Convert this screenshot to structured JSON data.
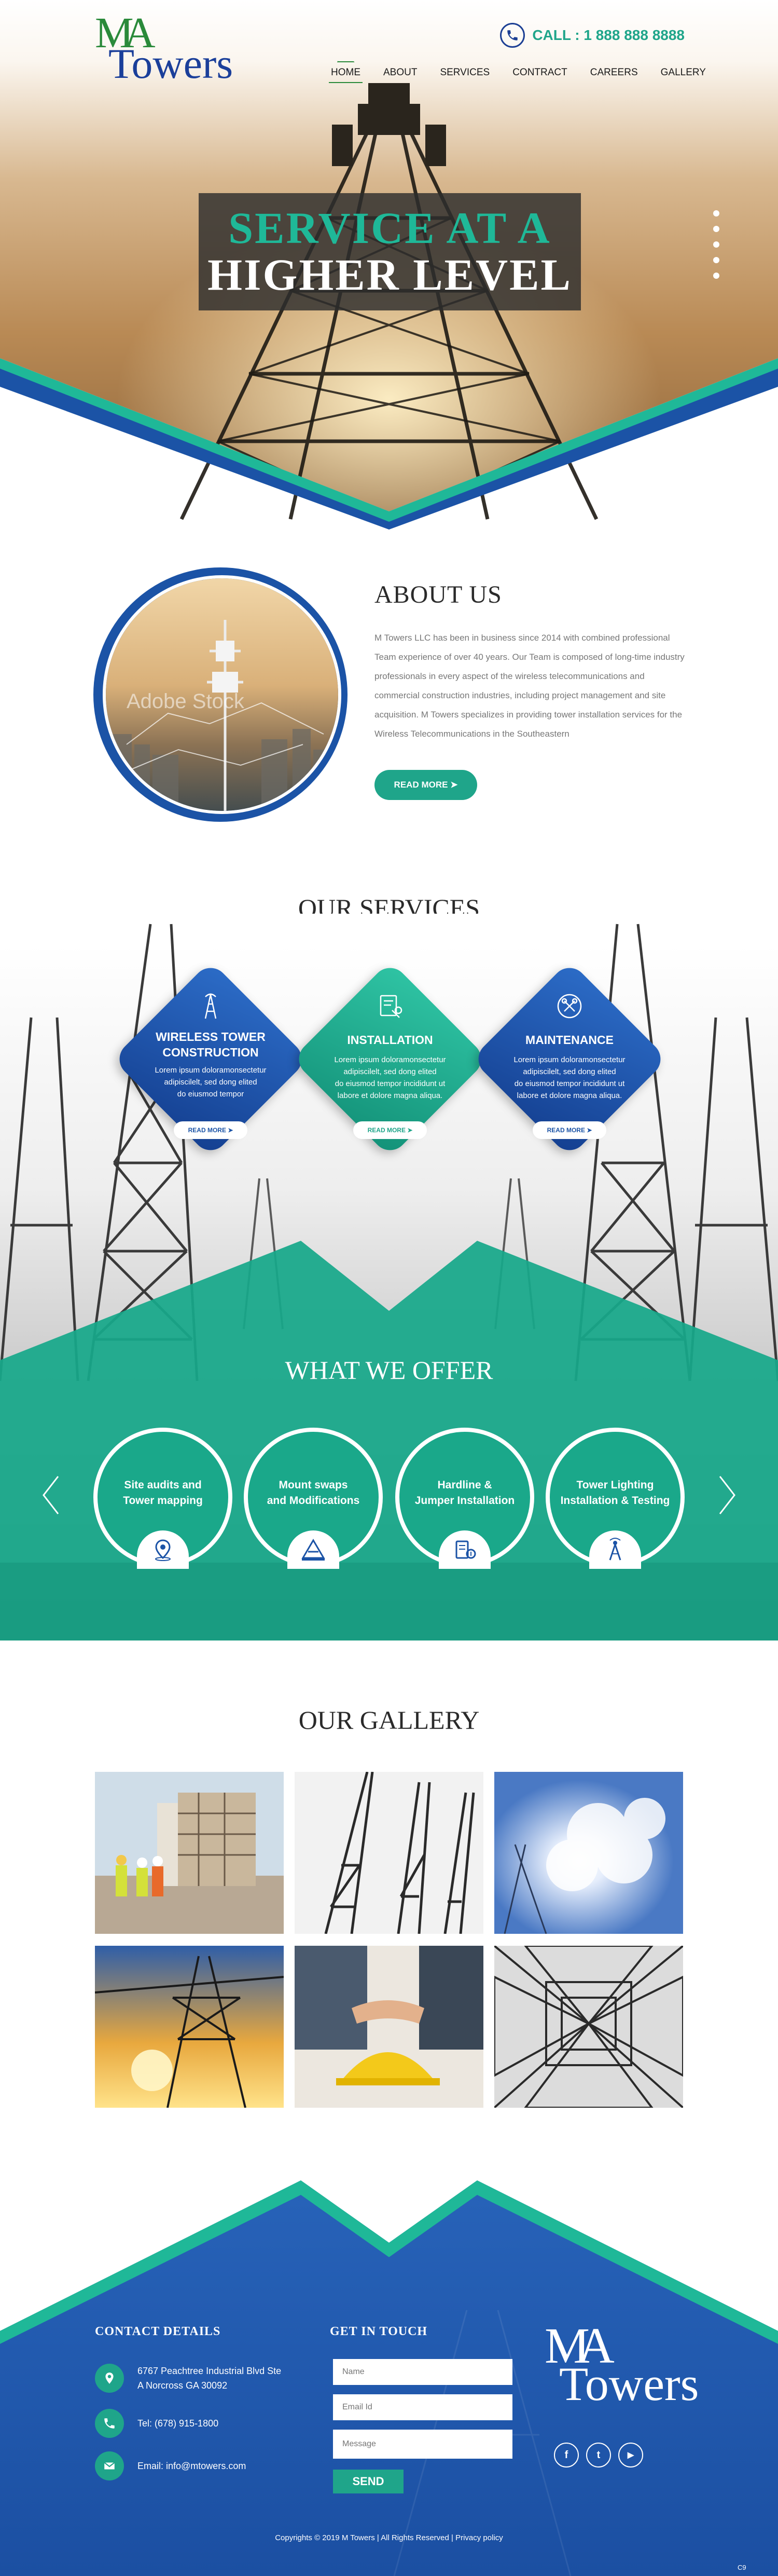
{
  "header": {
    "logo": {
      "m": "M",
      "a": "A",
      "towers": "Towers"
    },
    "call_label": "CALL : 1 888 888 8888",
    "nav": [
      "HOME",
      "ABOUT",
      "SERVICES",
      "CONTRACT",
      "CAREERS",
      "GALLERY"
    ],
    "active_nav": "HOME"
  },
  "hero": {
    "title_line1": "SERVICE AT A",
    "title_line2": "HIGHER LEVEL",
    "slides": 5
  },
  "about": {
    "title": "ABOUT US",
    "watermark": "Adobe Stock",
    "text": "M Towers LLC has been in business since 2014 with combined professional Team experience of over 40 years. Our Team is composed of long-time industry professionals in every aspect of the wireless telecommunications and commercial construction industries, including project management and site acquisition. M Towers specializes in providing tower installation services for the Wireless Telecommunications in the Southeastern",
    "button": "READ MORE"
  },
  "services": {
    "title": "OUR SERVICES",
    "items": [
      {
        "title_1": "WIRELESS TOWER",
        "title_2": "CONSTRUCTION",
        "text_1": "Lorem ipsum doloramonsectetur",
        "text_2": "adipiscilelt, sed dong elited",
        "text_3": "do eiusmod tempor",
        "button": "READ MORE",
        "icon": "tower-icon"
      },
      {
        "title_1": "INSTALLATION",
        "title_2": "",
        "text_1": "Lorem ipsum doloramonsectetur",
        "text_2": "adipiscilelt, sed dong elited",
        "text_3": "do eiusmod tempor incididunt ut",
        "text_4": "labore et dolore magna aliqua.",
        "button": "READ MORE",
        "icon": "blueprint-icon"
      },
      {
        "title_1": "MAINTENANCE",
        "title_2": "",
        "text_1": "Lorem ipsum doloramonsectetur",
        "text_2": "adipiscilelt, sed dong elited",
        "text_3": "do eiusmod tempor incididunt ut",
        "text_4": "labore et dolore magna aliqua.",
        "button": "READ MORE",
        "icon": "tools-icon"
      }
    ],
    "colors": {
      "blue": "#1b53a6",
      "teal": "#1fa58a"
    }
  },
  "offer": {
    "title": "WHAT WE OFFER",
    "items": [
      {
        "line1": "Site audits and",
        "line2": "Tower mapping",
        "icon": "map-pin-icon"
      },
      {
        "line1": "Mount swaps",
        "line2": "and Modifications",
        "icon": "mount-icon"
      },
      {
        "line1": "Hardline &",
        "line2": "Jumper Installation",
        "icon": "hardline-icon"
      },
      {
        "line1": "Tower Lighting",
        "line2": "Installation & Testing",
        "icon": "tower-light-icon"
      }
    ]
  },
  "gallery": {
    "title": "OUR GALLERY",
    "images": [
      "workers-site",
      "towers-sky",
      "clouds-sun",
      "power-line-sunset",
      "handshake-helmet",
      "tower-lattice"
    ]
  },
  "footer": {
    "contact_title": "CONTACT DETAILS",
    "address_1": "6767 Peachtree Industrial Blvd Ste",
    "address_2": "A Norcross GA 30092",
    "tel": "Tel:  (678) 915-1800",
    "email": "Email: info@mtowers.com",
    "touch_title": "GET IN TOUCH",
    "name_placeholder": "Name",
    "email_placeholder": "Email Id",
    "message_placeholder": "Message",
    "send": "SEND",
    "social": [
      "f",
      "t",
      "▶"
    ],
    "copyright": "Copyrights © 2019 M Towers | All Rights Reserved  |  Privacy policy",
    "corner": "C9"
  }
}
